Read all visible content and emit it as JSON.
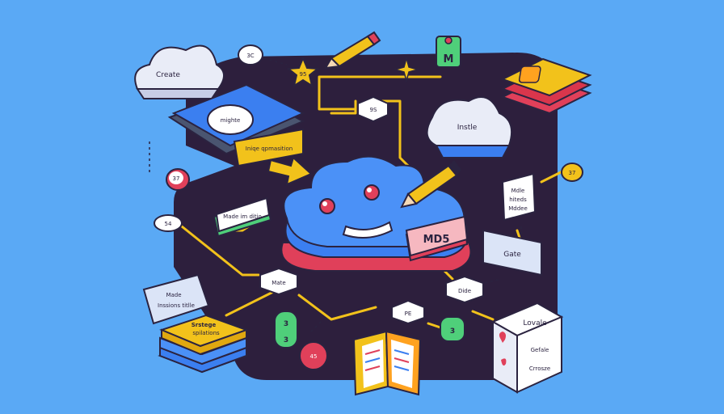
{
  "labels": {
    "create_cloud": "Create",
    "badge_top": "3C",
    "star_badge": "95",
    "m_tag": "M",
    "phone_bubble": "mighte",
    "phone_banner": "Iniqe qpmasition",
    "center_node": "9S",
    "install_cloud": "Instle",
    "badge_37_right": "37",
    "badge_37_left": "37",
    "md5_tag": "MD5",
    "right_note": [
      "Mdle",
      "hiteds",
      "Mddee"
    ],
    "gate_box": "Gate",
    "green_note": "Made im ditio",
    "badge_54": "54",
    "mate_tag": "Mate",
    "dide_tag": "Dide",
    "left_note": [
      "Made",
      "Inssions titlle"
    ],
    "storage_label": "Srstege",
    "storage_sub": "spilations",
    "small_35": "3",
    "small_3b": "3",
    "badge_45": "45",
    "pe_tag": "PE",
    "green_3": "3",
    "right_box": [
      "Lovale",
      "Gefale",
      "Crrosze"
    ]
  },
  "colors": {
    "background": "#5aa9f5",
    "platform": "#2d1f3d",
    "arrow": "#f2c21b",
    "cloud_blue": "#3b7ff0",
    "accent_red": "#e0405a",
    "accent_green": "#4fcf7a"
  }
}
